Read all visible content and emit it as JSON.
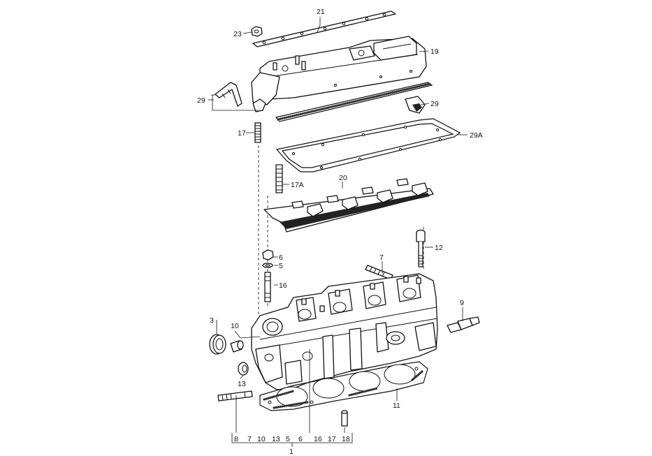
{
  "callouts": {
    "c21": "21",
    "c23": "23",
    "c19": "19",
    "c29_left": "29",
    "c29_right": "29",
    "c29A": "29A",
    "c17": "17",
    "c17A": "17A",
    "c20": "20",
    "c6": "6",
    "c5": "5",
    "c16_side": "16",
    "c7_top": "7",
    "c12": "12",
    "c9": "9",
    "c3": "3",
    "c10": "10",
    "c13_side": "13",
    "c11": "11"
  },
  "bottom_row": {
    "items": [
      "8",
      "7",
      "10",
      "13",
      "5",
      "6",
      "16",
      "17",
      "18"
    ],
    "total": "1"
  }
}
